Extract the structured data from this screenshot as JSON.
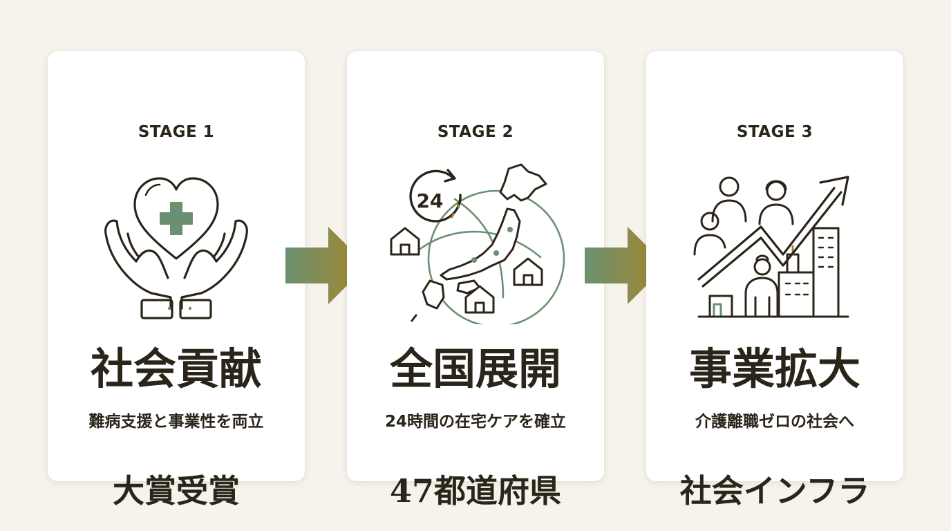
{
  "stages": [
    {
      "label": "STAGE 1",
      "icon": "hands-heart-cross-icon",
      "title": "社会貢献",
      "subtitle": "難病支援と事業性を両立",
      "highlight": "大賞受賞"
    },
    {
      "label": "STAGE 2",
      "icon": "japan-map-24h-icon",
      "icon_text": "24",
      "title": "全国展開",
      "subtitle": "24時間の在宅ケアを確立",
      "highlight": "47都道府県"
    },
    {
      "label": "STAGE 3",
      "icon": "people-growth-chart-icon",
      "title": "事業拡大",
      "subtitle": "介護離職ゼロの社会へ",
      "highlight": "社会インフラ"
    }
  ],
  "arrows": [
    "arrow-right-icon",
    "arrow-right-icon"
  ],
  "colors": {
    "background": "#f6f3ec",
    "card": "#ffffff",
    "text": "#2a2419",
    "icon_stroke": "#2b2418",
    "accent_green": "#6b9071",
    "accent_gold": "#a8872a"
  }
}
